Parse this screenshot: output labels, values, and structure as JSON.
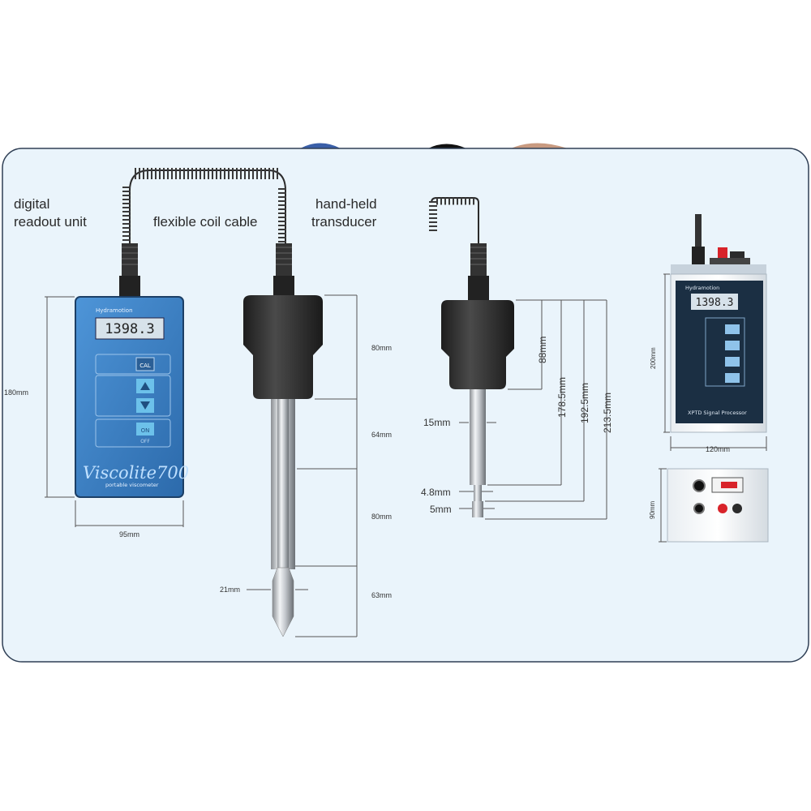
{
  "labels": {
    "digital_readout_line1": "digital",
    "digital_readout_line2": "readout unit",
    "coil_cable": "flexible coil cable",
    "transducer_line1": "hand-held",
    "transducer_line2": "transducer"
  },
  "readout_unit": {
    "brand": "Hydramotion",
    "display_value": "1398.3",
    "cal_button": "CAL",
    "on_button": "ON",
    "off_label": "OFF",
    "product_name": "Viscolite700",
    "product_subtitle": "portable viscometer",
    "height_dim": "180mm",
    "width_dim": "95mm"
  },
  "transducer_left": {
    "dim_head": "80mm",
    "dim_shaft_upper": "64mm",
    "dim_shaft_lower": "80mm",
    "dim_tip": "63mm",
    "tip_diameter": "21mm"
  },
  "transducer_right": {
    "dim_head": "88mm",
    "dim_178": "178.5mm",
    "dim_192": "192.5mm",
    "dim_213": "213.5mm",
    "dim_shaft_diameter": "15mm",
    "dim_neck": "4.8mm",
    "dim_tip": "5mm"
  },
  "processor": {
    "brand": "Hydramotion",
    "display_value": "1398.3",
    "label": "XPTD Signal Processor",
    "height_dim": "200mm",
    "width_dim": "120mm",
    "side_height_dim": "90mm"
  },
  "colors": {
    "panel_bg": "#eaf4fb",
    "panel_border": "#2f3f55",
    "unit_blue": "#3a7fc6",
    "processor_dark": "#1b2f43",
    "probe_black": "#2b2b2b",
    "led_red": "#d8232a"
  }
}
